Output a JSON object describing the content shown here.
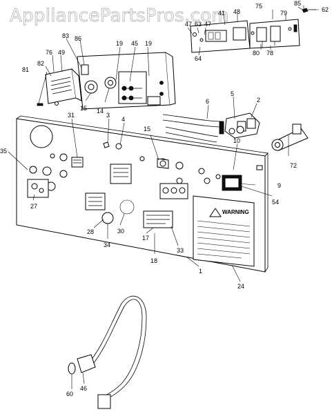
{
  "watermark": "AppliancePartsPros.com",
  "warning_label": "WARNING",
  "callouts": {
    "c85": "85",
    "c62": "62",
    "c75": "75",
    "c79": "79",
    "c48": "48",
    "c41": "41",
    "c47a": "47",
    "c63": "63",
    "c47b": "47",
    "c64": "64",
    "c80": "80",
    "c78": "78",
    "c83": "83",
    "c86": "86",
    "c76": "76",
    "c49": "49",
    "c82": "82",
    "c81": "81",
    "c19a": "19",
    "c45": "45",
    "c19b": "19",
    "c15a": "15",
    "c14": "14",
    "c6": "6",
    "c5": "5",
    "c2": "2",
    "c10": "10",
    "c72": "72",
    "c9": "9",
    "c54": "54",
    "c3": "3",
    "c4": "4",
    "c15b": "15",
    "c31": "31",
    "c35": "35",
    "c27": "27",
    "c28": "28",
    "c34": "34",
    "c30": "30",
    "c17": "17",
    "c18": "18",
    "c33": "33",
    "c1": "1",
    "c24": "24",
    "c60": "60",
    "c46": "46"
  }
}
